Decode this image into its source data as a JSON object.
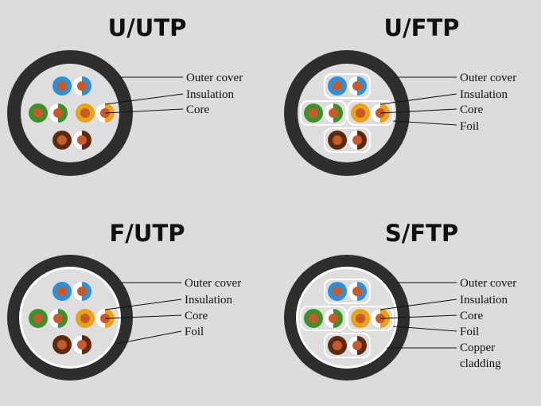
{
  "diagrams": [
    {
      "id": "utp",
      "title": "U/UTP",
      "labels": [
        "Outer cover",
        "Insulation",
        "Core"
      ],
      "foil": false,
      "pair_foil": false,
      "cladding": false
    },
    {
      "id": "uftp",
      "title": "U/FTP",
      "labels": [
        "Outer cover",
        "Insulation",
        "Core",
        "Foil"
      ],
      "foil": false,
      "pair_foil": true,
      "cladding": false
    },
    {
      "id": "futp",
      "title": "F/UTP",
      "labels": [
        "Outer cover",
        "Insulation",
        "Core",
        "Foil"
      ],
      "foil": true,
      "pair_foil": false,
      "cladding": false
    },
    {
      "id": "sftp",
      "title": "S/FTP",
      "labels": [
        "Outer cover",
        "Insulation",
        "Core",
        "Foil",
        "Copper",
        "cladding"
      ],
      "foil": true,
      "pair_foil": true,
      "cladding": true
    }
  ],
  "colors": {
    "background": "#dcdcdc",
    "jacket": "#2e2e2e",
    "inner": "#dedede",
    "foil": "#ffffff",
    "core": "#c85a2a",
    "blue": "#2f8fd8",
    "green": "#3f8f2f",
    "orange": "#e9a21c",
    "brown": "#5a2a12"
  }
}
